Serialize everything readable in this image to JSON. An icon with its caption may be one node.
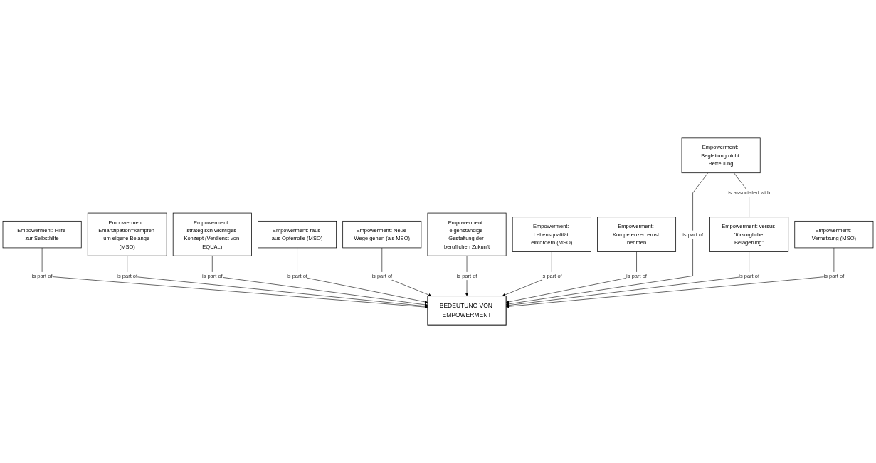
{
  "diagram": {
    "nodes": [
      {
        "text": [
          "Empowerment: Hilfe zur Selbsthilfe"
        ]
      },
      {
        "text": [
          "Empowerment: Emanzipation=kämpfen um eigene Belange (MSO)"
        ]
      },
      {
        "text": [
          "Empowerment: strategisch wichtiges Konzept (Verdienst von EQUAL)"
        ]
      },
      {
        "text": [
          "Empowerment: raus aus Opferrolle (MSO)"
        ]
      },
      {
        "text": [
          "Empowerment: Neue Wege gehen (als MSO)"
        ]
      },
      {
        "text": [
          "BEDEUTUNG VON EMPOWERMENT"
        ]
      },
      {
        "text": [
          "Empowerment: eigenständige Gestaltung der beruflichen Zukunft"
        ]
      },
      {
        "text": [
          "Empowerment: Lebensqualität einfordern (MSO)"
        ]
      },
      {
        "text": [
          "Empowerment: Kompetenzen ernst nehmen"
        ]
      },
      {
        "text": [
          "Empowerment: Begleitung nicht Betreuung"
        ]
      },
      {
        "text": [
          "Empowerment: versus \"fürsorgliche Belagerung\""
        ]
      },
      {
        "text": [
          "Empowerment: Vernetzung (MSO)"
        ]
      }
    ],
    "edges": [
      {
        "from": 0,
        "to": 5,
        "label": "is part of",
        "arrow": "to"
      },
      {
        "from": 1,
        "to": 5,
        "label": "is part of",
        "arrow": "to"
      },
      {
        "from": 2,
        "to": 5,
        "label": "is part of",
        "arrow": "to"
      },
      {
        "from": 3,
        "to": 5,
        "label": "is part of",
        "arrow": "to"
      },
      {
        "from": 4,
        "to": 5,
        "label": "is part of",
        "arrow": "to"
      },
      {
        "from": 6,
        "to": 5,
        "label": "is part of",
        "arrow": "to"
      },
      {
        "from": 7,
        "to": 5,
        "label": "is part of",
        "arrow": "to"
      },
      {
        "from": 8,
        "to": 5,
        "label": "is part of",
        "arrow": "to"
      },
      {
        "from": 9,
        "to": 5,
        "label": "is part of",
        "arrow": "to"
      },
      {
        "from": 10,
        "to": 5,
        "label": "is part of",
        "arrow": "to"
      },
      {
        "from": 11,
        "to": 5,
        "label": "is part of",
        "arrow": "to"
      },
      {
        "from": 9,
        "to": 10,
        "label": "is associated with",
        "arrow": "none"
      }
    ]
  }
}
